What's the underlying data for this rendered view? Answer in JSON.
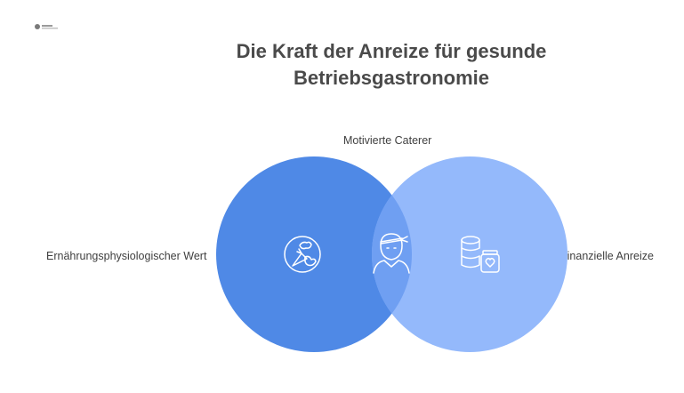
{
  "title_line1": "Die Kraft der Anreize für gesunde",
  "title_line2": "Betriebsgastronomie",
  "labels": {
    "top": "Motivierte Caterer",
    "left": "Ernährungsphysiologischer Wert",
    "right": "Finanzielle Anreize"
  },
  "colors": {
    "left_circle": "#4f89e6",
    "right_circle": "#94b9fb",
    "overlap": "#6f9ff2",
    "icon_stroke": "#ffffff"
  },
  "icons": {
    "left": "vegetables-icon",
    "center": "chef-icon",
    "right": "money-health-icon"
  }
}
